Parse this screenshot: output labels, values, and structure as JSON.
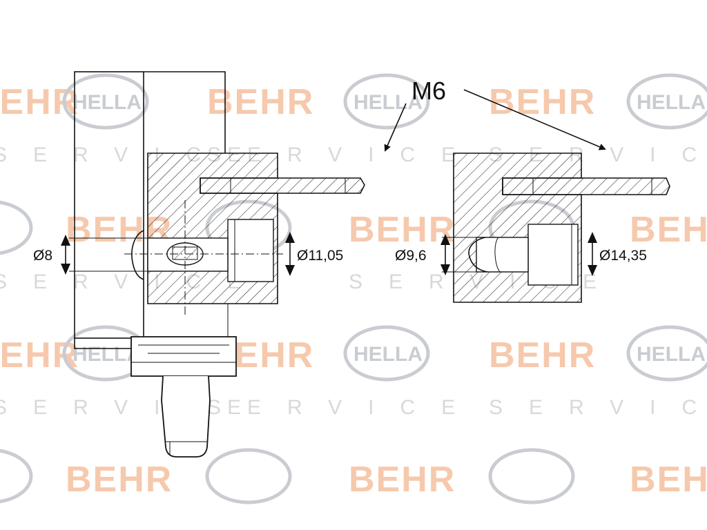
{
  "watermark": {
    "behr": "BEHR",
    "hella": "HELLA",
    "service": "SERVICE",
    "behr_color": "#f6c9ad",
    "hella_color": "#c9ccd1"
  },
  "callout": {
    "thread_label": "M6"
  },
  "dimensions": {
    "left_bore": "Ø8",
    "left_counterbore": "Ø11,05",
    "right_bore": "Ø9,6",
    "right_counterbore": "Ø14,35"
  }
}
